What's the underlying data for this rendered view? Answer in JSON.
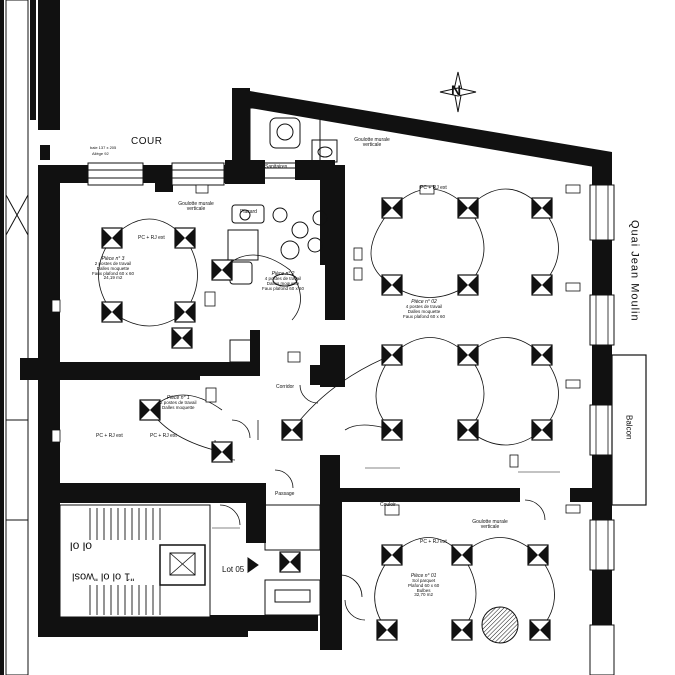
{
  "compass": {
    "letter": "N"
  },
  "courtyard": {
    "label": "COUR"
  },
  "street": {
    "label": "Quai    Jean    Moulin"
  },
  "balcony": {
    "label": "Balcon"
  },
  "lot": {
    "label": "Lot 05"
  },
  "rooms": [
    {
      "name": "Pièce n° 3",
      "lines": [
        "2 postes de travail",
        "Dalles moquette",
        "Faux plafond 60 x 60",
        "24,19 m2"
      ]
    },
    {
      "name": "Pièce n° 2",
      "lines": [
        "4 postes de travail",
        "Dalles moquette",
        "Faux plafond 60 x 60",
        "..."
      ]
    },
    {
      "name": "Pièce n° 1",
      "lines": [
        "2 postes de travail",
        "Dalles moquette",
        "..."
      ]
    },
    {
      "name": "Pièce n° 02",
      "lines": [
        "4 postes de travail",
        "Dalles moquette",
        "Faux plafond 60 x 60",
        "..."
      ]
    },
    {
      "name": "Pièce n° 01",
      "lines": [
        "Sol parquet",
        "Plafond 60 x 60",
        "Bulbes",
        "32,70 m2"
      ]
    }
  ],
  "small_labels": {
    "gaine_1": "Goulotte murale verticale",
    "gaine_2": "Goulotte murale verticale",
    "gaine_3": "Goulotte murale verticale",
    "pc_1": "PC + RJ ext",
    "pc_2": "PC + RJ ext",
    "pc_3": "PC + RJ ext",
    "pc_4": "PC + RJ ext",
    "pc_5": "PC + RJ ext",
    "placard": "Placard",
    "sanitaires": "Sanitaires",
    "passage": "Passage",
    "couloir": "Couloir",
    "corridor": "Corridor",
    "fenetre": "baie 137 x 205",
    "allege": "Allège 92"
  },
  "stair_text": {
    "line1": "ol ol",
    "line2": "\"1 ol ol \"wosl"
  }
}
